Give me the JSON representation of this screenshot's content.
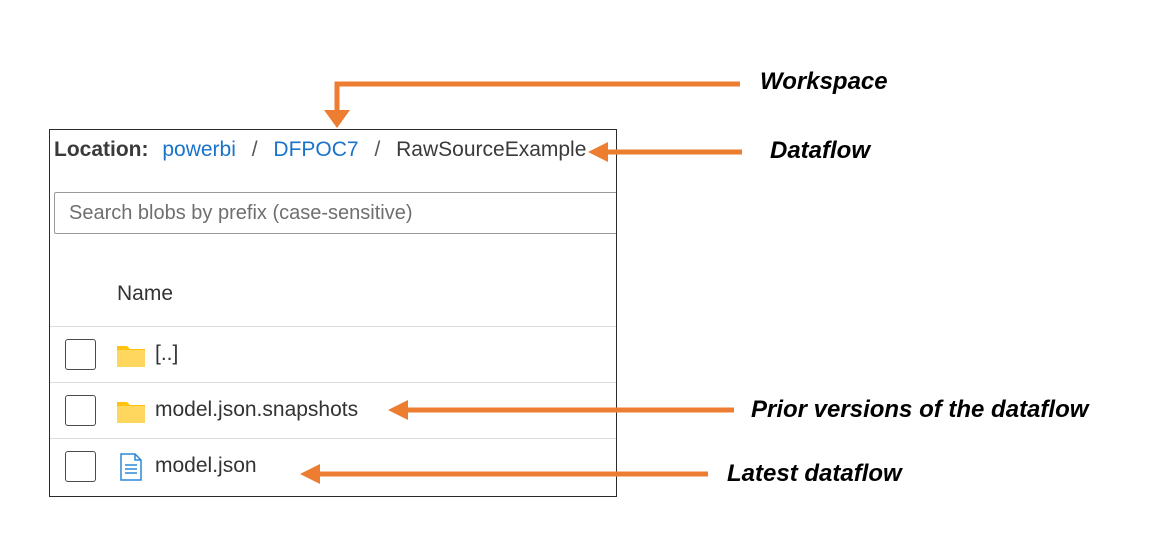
{
  "location": {
    "label": "Location:",
    "breadcrumb": [
      "powerbi",
      "DFPOC7",
      "RawSourceExample"
    ],
    "separator": "/"
  },
  "search": {
    "placeholder": "Search blobs by prefix (case-sensitive)",
    "value": ""
  },
  "table": {
    "column_name": "Name",
    "rows": [
      {
        "name": "[..]",
        "icon": "folder-icon"
      },
      {
        "name": "model.json.snapshots",
        "icon": "folder-icon"
      },
      {
        "name": "model.json",
        "icon": "json-file-icon"
      }
    ]
  },
  "annotations": {
    "workspace": "Workspace",
    "dataflow": "Dataflow",
    "prior_versions": "Prior versions of the dataflow",
    "latest": "Latest dataflow"
  },
  "colors": {
    "arrow": "#ED7D31",
    "link": "#1a73c9",
    "folder": "#FFC20E",
    "file": "#2B88D8"
  }
}
